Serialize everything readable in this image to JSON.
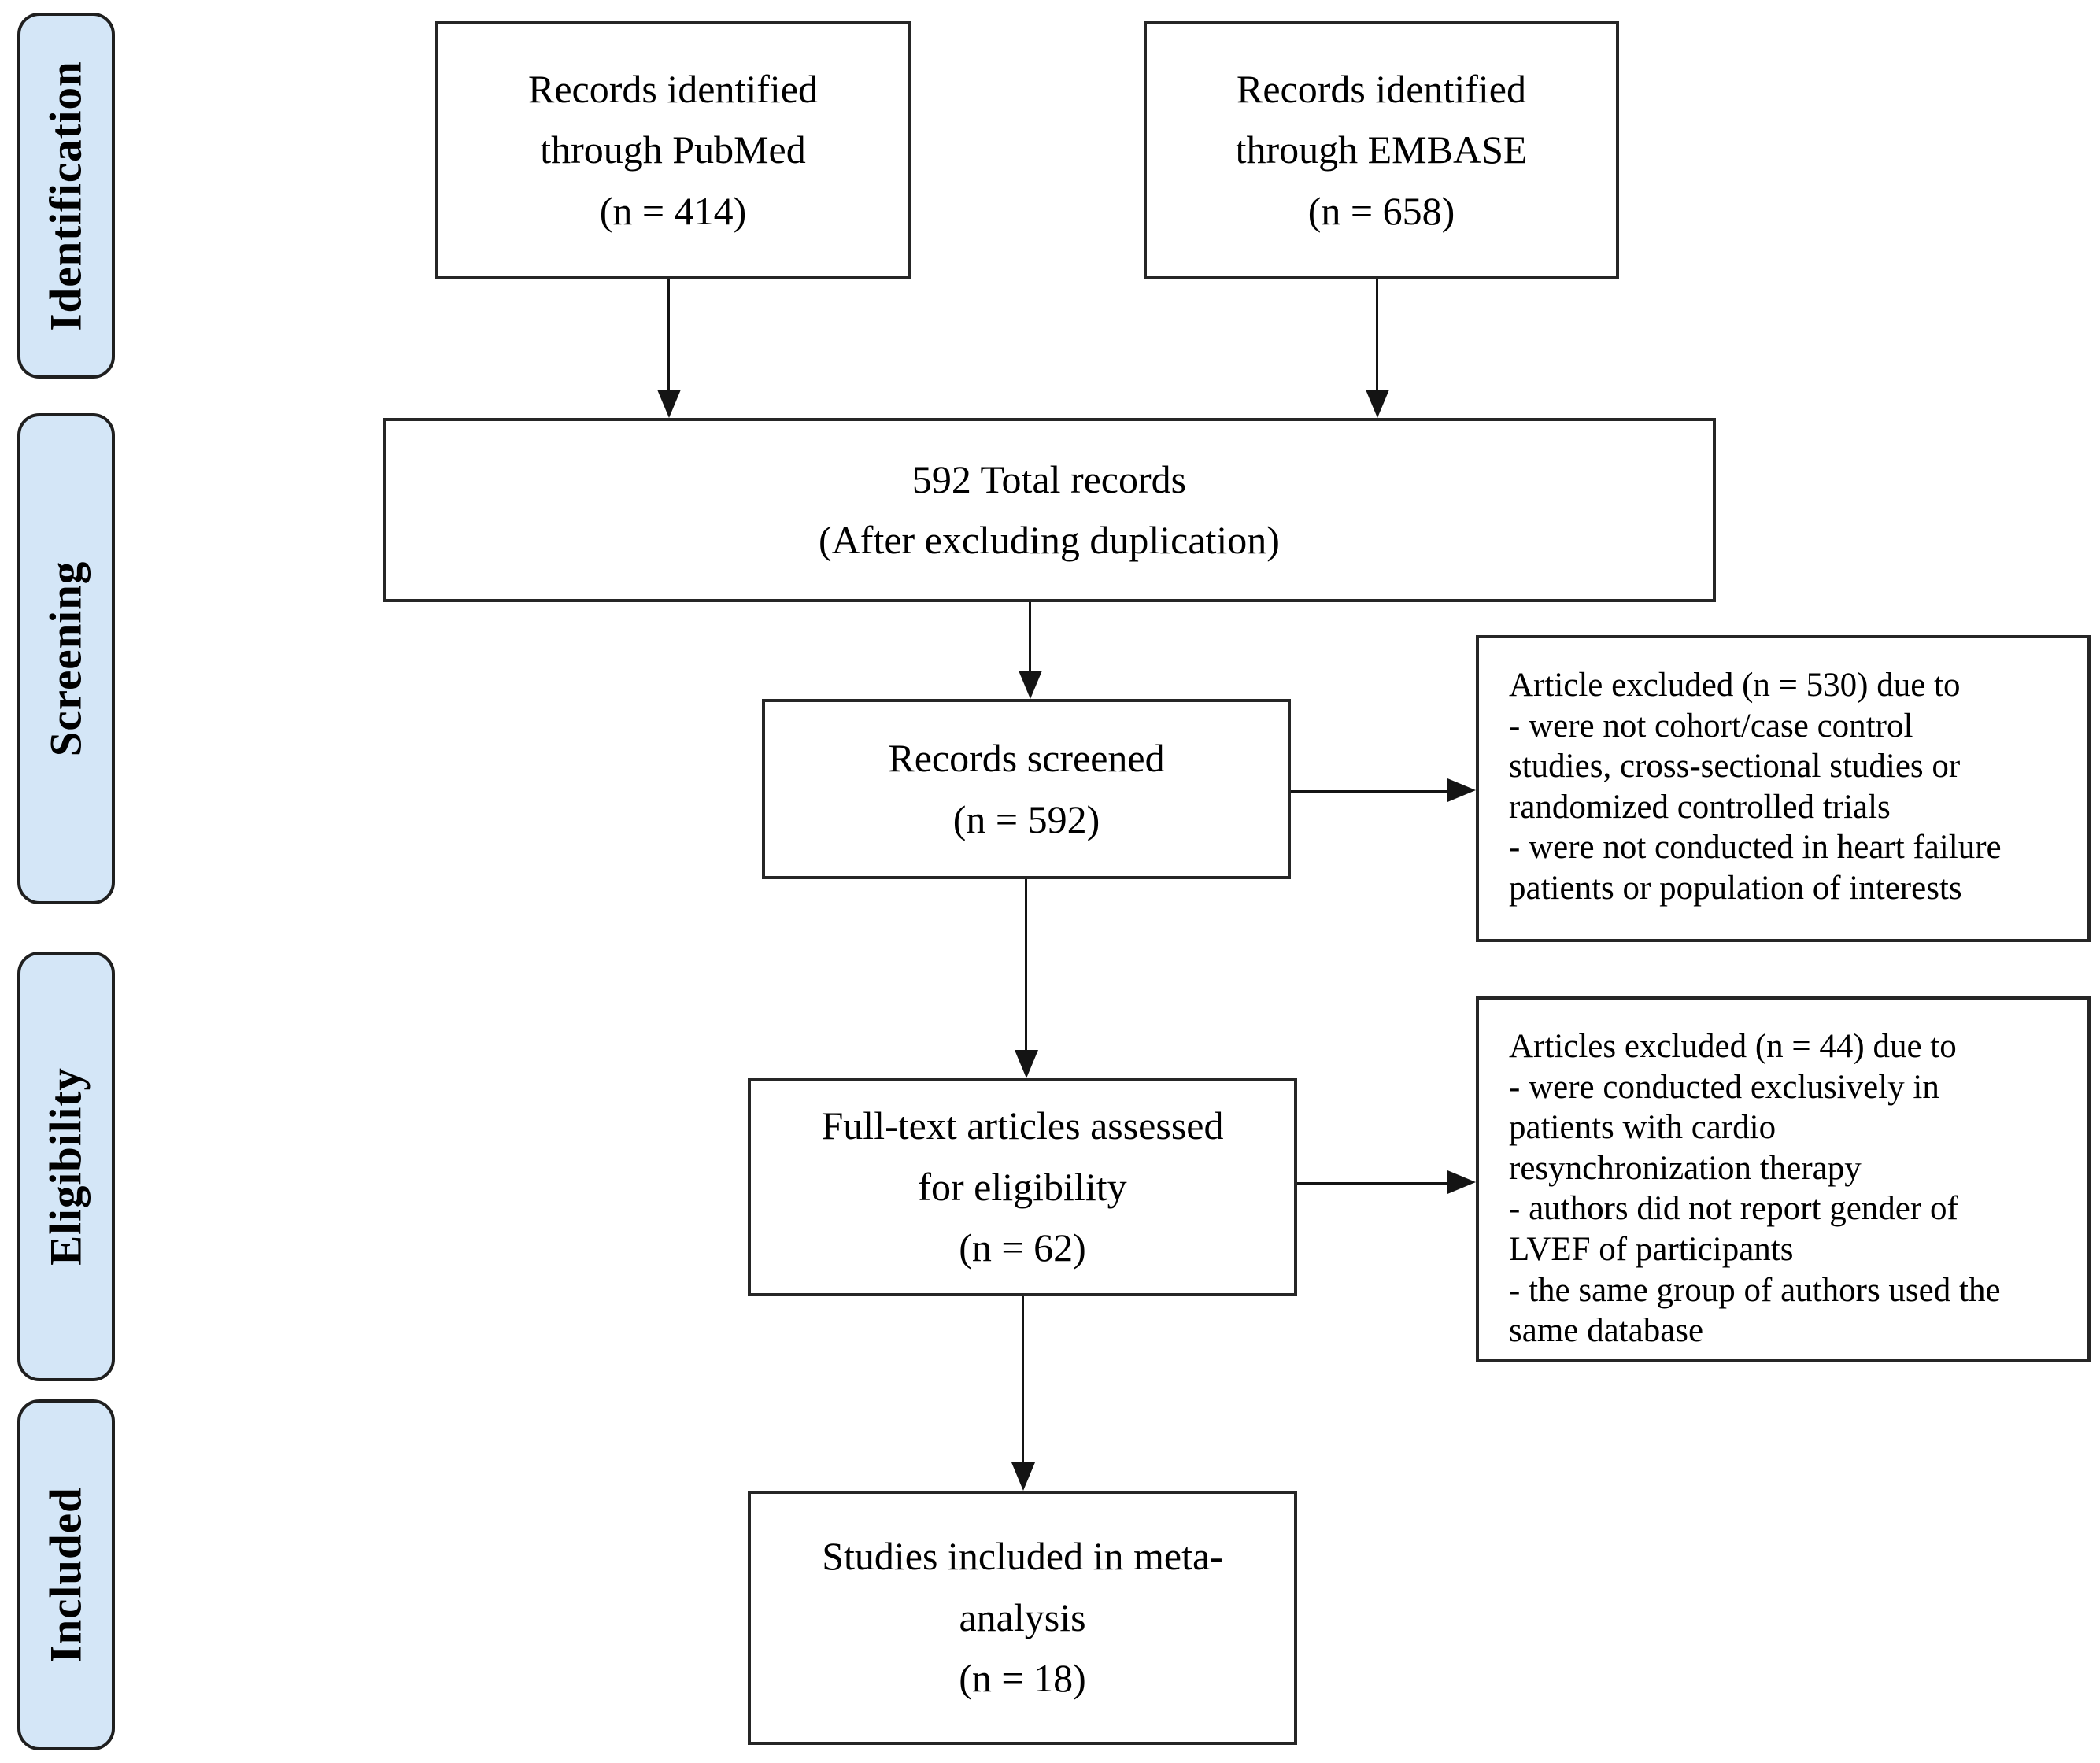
{
  "diagram": {
    "kind": "prisma-flow-diagram",
    "stages": [
      {
        "label": "Identification"
      },
      {
        "label": "Screening"
      },
      {
        "label": "Eligibility"
      },
      {
        "label": "Included"
      }
    ],
    "boxes": {
      "pubmed": {
        "text": "Records identified\nthrough PubMed\n(n = 414)"
      },
      "embase": {
        "text": "Records identified\nthrough EMBASE\n(n = 658)"
      },
      "total": {
        "text": "592 Total records\n(After excluding duplication)"
      },
      "screened": {
        "text": "Records screened\n(n = 592)"
      },
      "excluded_screening": {
        "text": "Article excluded (n = 530) due to\n- were not cohort/case control\nstudies, cross-sectional studies or\nrandomized controlled trials\n- were not conducted in heart failure\npatients or population of interests"
      },
      "fulltext": {
        "text": "Full-text articles assessed\nfor eligibility\n(n = 62)"
      },
      "excluded_eligibility": {
        "text": "Articles excluded (n = 44) due to\n- were conducted exclusively in\npatients with cardio\nresynchronization therapy\n- authors did not report gender of\nLVEF of participants\n- the same group of authors used the\nsame database"
      },
      "included": {
        "text": "Studies included in meta-\nanalysis\n(n = 18)"
      }
    },
    "counts": {
      "pubmed": 414,
      "embase": 658,
      "total_after_deduplication": 592,
      "screened": 592,
      "excluded_screening": 530,
      "fulltext_assessed": 62,
      "excluded_eligibility": 44,
      "included_meta_analysis": 18
    },
    "colors": {
      "stage_fill": "#d4e6f7",
      "stage_border": "#1f1f1f",
      "box_border": "#262626",
      "line": "#141414",
      "text": "#000000",
      "background": "#ffffff"
    }
  }
}
